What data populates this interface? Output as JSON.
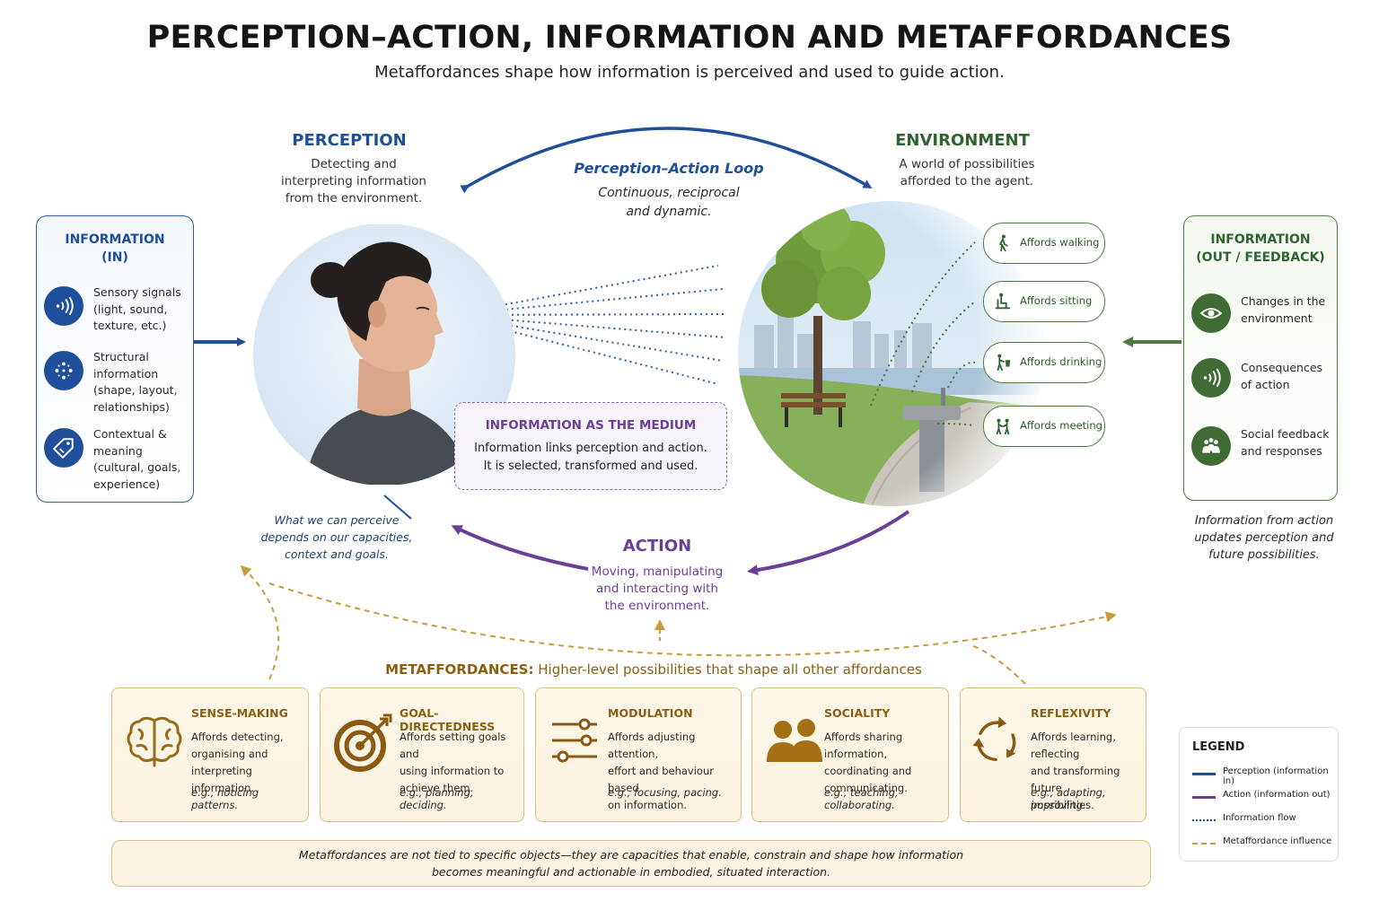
{
  "title": "PERCEPTION–ACTION, INFORMATION AND METAFFORDANCES",
  "subtitle": "Metaffordances shape how information is perceived and used to guide action.",
  "perception": {
    "heading": "PERCEPTION",
    "text_lines": [
      "Detecting and",
      "interpreting information",
      "from the environment."
    ],
    "note_lines": [
      "What we can perceive",
      "depends on our capacities,",
      "context and goals."
    ]
  },
  "loop": {
    "heading": "Perception–Action Loop",
    "text_lines": [
      "Continuous, reciprocal",
      "and dynamic."
    ]
  },
  "environment": {
    "heading": "ENVIRONMENT",
    "text_lines": [
      "A world of possibilities",
      "afforded to the agent."
    ],
    "affordances": [
      {
        "label": "Affords walking",
        "icon": "walking-icon"
      },
      {
        "label": "Affords sitting",
        "icon": "sitting-icon"
      },
      {
        "label": "Affords drinking",
        "icon": "drinking-icon"
      },
      {
        "label": "Affords meeting",
        "icon": "meeting-icon"
      }
    ]
  },
  "info_in": {
    "title_lines": [
      "INFORMATION",
      "(IN)"
    ],
    "items": [
      {
        "text_lines": [
          "Sensory signals",
          "(light, sound,",
          "texture, etc.)"
        ],
        "icon": "signal-icon"
      },
      {
        "text_lines": [
          "Structural",
          "information",
          "(shape, layout,",
          "relationships)"
        ],
        "icon": "structure-icon"
      },
      {
        "text_lines": [
          "Contextual &",
          "meaning",
          "(cultural, goals,",
          "experience)"
        ],
        "icon": "tag-icon"
      }
    ]
  },
  "info_out": {
    "title_lines": [
      "INFORMATION",
      "(OUT / FEEDBACK)"
    ],
    "items": [
      {
        "text_lines": [
          "Changes in the",
          "environment"
        ],
        "icon": "eye-icon"
      },
      {
        "text_lines": [
          "Consequences",
          "of action"
        ],
        "icon": "signal-icon"
      },
      {
        "text_lines": [
          "Social feedback",
          "and responses"
        ],
        "icon": "group-icon"
      }
    ],
    "note_lines": [
      "Information from action",
      "updates perception and",
      "future possibilities."
    ]
  },
  "medium": {
    "heading": "INFORMATION AS THE MEDIUM",
    "text_lines": [
      "Information links perception and action.",
      "It is selected, transformed and used."
    ]
  },
  "action": {
    "heading": "ACTION",
    "text_lines": [
      "Moving, manipulating",
      "and interacting with",
      "the environment."
    ]
  },
  "metaffordances": {
    "heading_bold": "METAFFORDANCES:",
    "heading_rest": " Higher-level possibilities that shape all other affordances",
    "cards": [
      {
        "title": "SENSE-MAKING",
        "text_lines": [
          "Affords detecting,",
          "organising and",
          "interpreting information."
        ],
        "example": "e.g., noticing patterns.",
        "icon": "brain-icon"
      },
      {
        "title": "GOAL-DIRECTEDNESS",
        "text_lines": [
          "Affords setting goals and",
          "using information to",
          "achieve them."
        ],
        "example": "e.g., planning, deciding.",
        "icon": "target-icon"
      },
      {
        "title": "MODULATION",
        "text_lines": [
          "Affords adjusting attention,",
          "effort and behaviour based",
          "on information."
        ],
        "example": "e.g., focusing, pacing.",
        "icon": "sliders-icon"
      },
      {
        "title": "SOCIALITY",
        "text_lines": [
          "Affords sharing information,",
          "coordinating and",
          "communicating."
        ],
        "example": "e.g., teaching, collaborating.",
        "icon": "people-icon"
      },
      {
        "title": "REFLEXIVITY",
        "text_lines": [
          "Affords learning, reflecting",
          "and transforming future",
          "possibilities."
        ],
        "example": "e.g., adapting, improving.",
        "icon": "cycle-icon"
      }
    ],
    "note_lines": [
      "Metaffordances are not tied to specific objects—they are capacities that enable, constrain and shape how information",
      "becomes meaningful and actionable in embodied, situated interaction."
    ]
  },
  "legend": {
    "title": "LEGEND",
    "items": [
      {
        "label": "Perception (information in)",
        "color": "#1f4e9a",
        "style": "solid"
      },
      {
        "label": "Action (information out)",
        "color": "#6a3f98",
        "style": "solid"
      },
      {
        "label": "Information flow",
        "color": "#1f4e9a",
        "style": "dotted"
      },
      {
        "label": "Metaffordance influence",
        "color": "#c99a3a",
        "style": "dashed"
      }
    ]
  },
  "colors": {
    "perception": "#1f4e9a",
    "environment": "#2f6330",
    "action": "#6a3f98",
    "metaffordance": "#8a5f10"
  }
}
